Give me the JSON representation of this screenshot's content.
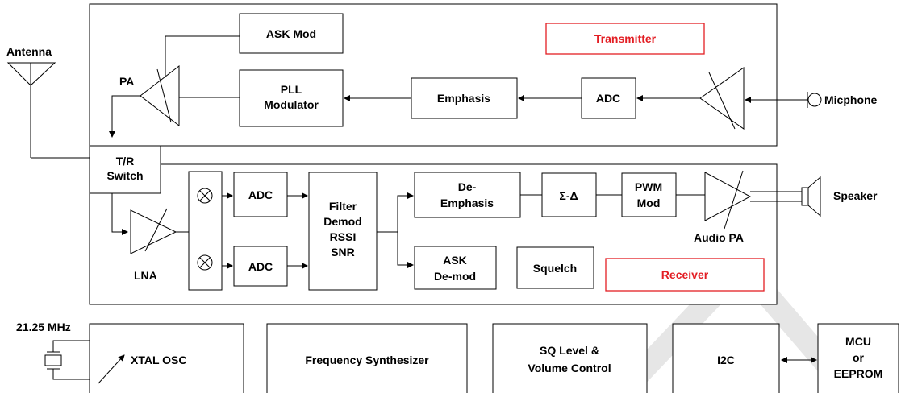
{
  "sections": {
    "transmitter": "Transmitter",
    "receiver": "Receiver"
  },
  "labels": {
    "antenna": "Antenna",
    "pa": "PA",
    "microphone": "Micphone",
    "lna": "LNA",
    "speaker": "Speaker",
    "audio_pa": "Audio PA",
    "xtal_freq": "21.25 MHz"
  },
  "blocks": {
    "ask_mod": [
      "ASK Mod"
    ],
    "pll_modulator": [
      "PLL",
      "Modulator"
    ],
    "emphasis": [
      "Emphasis"
    ],
    "adc_tx": [
      "ADC"
    ],
    "tr_switch": [
      "T/R",
      "Switch"
    ],
    "adc_rx_i": [
      "ADC"
    ],
    "adc_rx_q": [
      "ADC"
    ],
    "filter_demod": [
      "Filter",
      "Demod",
      "RSSI",
      "SNR"
    ],
    "de_emphasis": [
      "De-",
      "Emphasis"
    ],
    "sigma_delta": [
      "Σ-Δ"
    ],
    "pwm_mod": [
      "PWM",
      "Mod"
    ],
    "ask_demod": [
      "ASK",
      "De-mod"
    ],
    "squelch": [
      "Squelch"
    ],
    "xtal_osc": [
      "XTAL OSC"
    ],
    "freq_synth": [
      "Frequency Synthesizer"
    ],
    "sq_level": [
      "SQ Level &",
      "Volume Control"
    ],
    "i2c": [
      "I2C"
    ],
    "mcu": [
      "MCU",
      "or",
      "EEPROM"
    ]
  }
}
